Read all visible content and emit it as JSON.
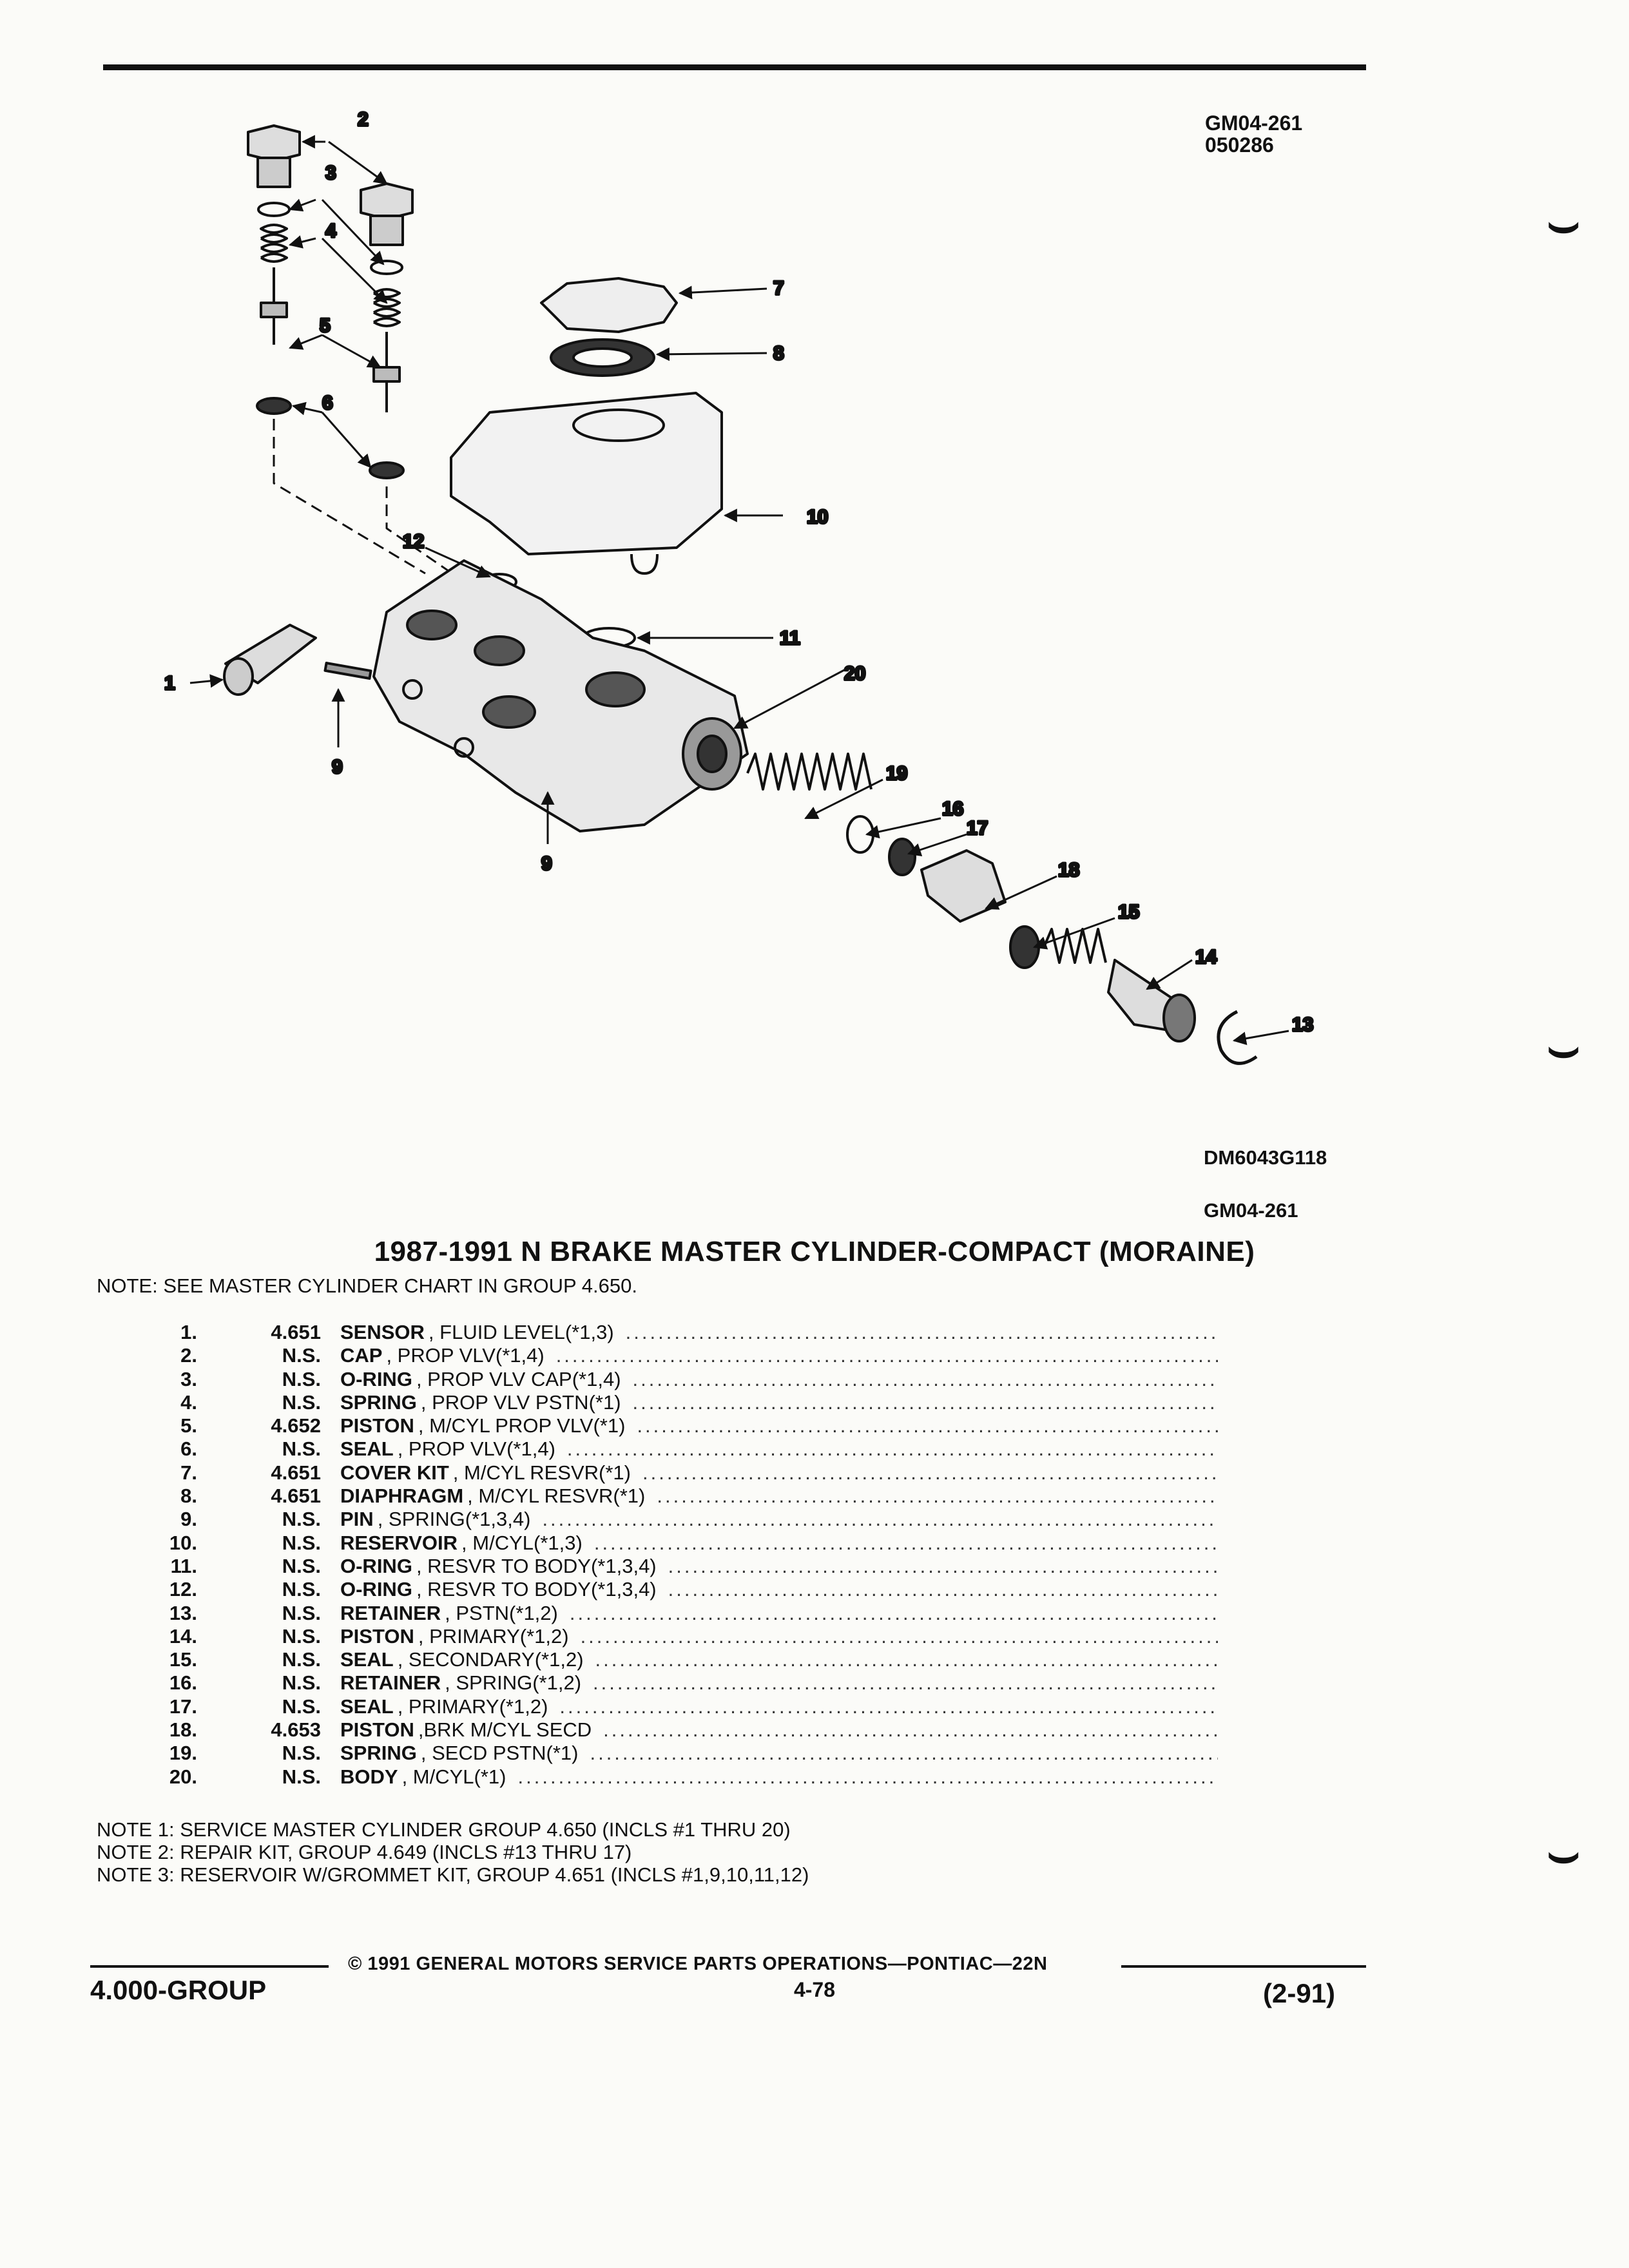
{
  "header": {
    "figure_id": "GM04-261",
    "figure_code": "050286"
  },
  "diagram": {
    "callouts": [
      "1",
      "2",
      "3",
      "4",
      "5",
      "6",
      "7",
      "8",
      "9",
      "9",
      "10",
      "11",
      "12",
      "13",
      "14",
      "15",
      "16",
      "17",
      "18",
      "19",
      "20"
    ],
    "drawing_code": "DM6043G118",
    "figure_id": "GM04-261"
  },
  "title": "1987-1991 N BRAKE MASTER CYLINDER-COMPACT (MORAINE)",
  "note": "NOTE:  SEE MASTER CYLINDER CHART IN GROUP 4.650.",
  "parts": [
    {
      "num": "1.",
      "group": "4.651",
      "name": "SENSOR",
      "desc": ", FLUID LEVEL(*1,3)"
    },
    {
      "num": "2.",
      "group": "N.S.",
      "name": "CAP",
      "desc": ", PROP VLV(*1,4)"
    },
    {
      "num": "3.",
      "group": "N.S.",
      "name": "O-RING",
      "desc": ", PROP VLV CAP(*1,4)"
    },
    {
      "num": "4.",
      "group": "N.S.",
      "name": "SPRING",
      "desc": ", PROP VLV PSTN(*1)"
    },
    {
      "num": "5.",
      "group": "4.652",
      "name": "PISTON",
      "desc": ", M/CYL PROP VLV(*1)"
    },
    {
      "num": "6.",
      "group": "N.S.",
      "name": "SEAL",
      "desc": ", PROP VLV(*1,4)"
    },
    {
      "num": "7.",
      "group": "4.651",
      "name": "COVER KIT",
      "desc": ", M/CYL RESVR(*1)"
    },
    {
      "num": "8.",
      "group": "4.651",
      "name": "DIAPHRAGM",
      "desc": ", M/CYL RESVR(*1)"
    },
    {
      "num": "9.",
      "group": "N.S.",
      "name": "PIN",
      "desc": ", SPRING(*1,3,4)"
    },
    {
      "num": "10.",
      "group": "N.S.",
      "name": "RESERVOIR",
      "desc": ", M/CYL(*1,3)"
    },
    {
      "num": "11.",
      "group": "N.S.",
      "name": "O-RING",
      "desc": ", RESVR TO BODY(*1,3,4)"
    },
    {
      "num": "12.",
      "group": "N.S.",
      "name": "O-RING",
      "desc": ", RESVR TO BODY(*1,3,4)"
    },
    {
      "num": "13.",
      "group": "N.S.",
      "name": "RETAINER",
      "desc": ", PSTN(*1,2)"
    },
    {
      "num": "14.",
      "group": "N.S.",
      "name": "PISTON",
      "desc": ", PRIMARY(*1,2)"
    },
    {
      "num": "15.",
      "group": "N.S.",
      "name": "SEAL",
      "desc": ", SECONDARY(*1,2)"
    },
    {
      "num": "16.",
      "group": "N.S.",
      "name": "RETAINER",
      "desc": ", SPRING(*1,2)"
    },
    {
      "num": "17.",
      "group": "N.S.",
      "name": "SEAL",
      "desc": ", PRIMARY(*1,2)"
    },
    {
      "num": "18.",
      "group": "4.653",
      "name": "PISTON",
      "desc": ",BRK M/CYL SECD"
    },
    {
      "num": "19.",
      "group": "N.S.",
      "name": "SPRING",
      "desc": ", SECD PSTN(*1)"
    },
    {
      "num": "20.",
      "group": "N.S.",
      "name": "BODY",
      "desc": ", M/CYL(*1)"
    }
  ],
  "notes": [
    "NOTE  1:  SERVICE MASTER CYLINDER GROUP 4.650 (INCLS #1 THRU 20)",
    "NOTE  2:  REPAIR KIT, GROUP 4.649 (INCLS #13 THRU 17)",
    "NOTE  3:  RESERVOIR W/GROMMET KIT, GROUP 4.651 (INCLS #1,9,10,11,12)"
  ],
  "footer": {
    "copyright": "©  1991  GENERAL MOTORS SERVICE PARTS OPERATIONS—PONTIAC—22N",
    "group": "4.000-GROUP",
    "page": "4-78",
    "date": "(2-91)"
  }
}
